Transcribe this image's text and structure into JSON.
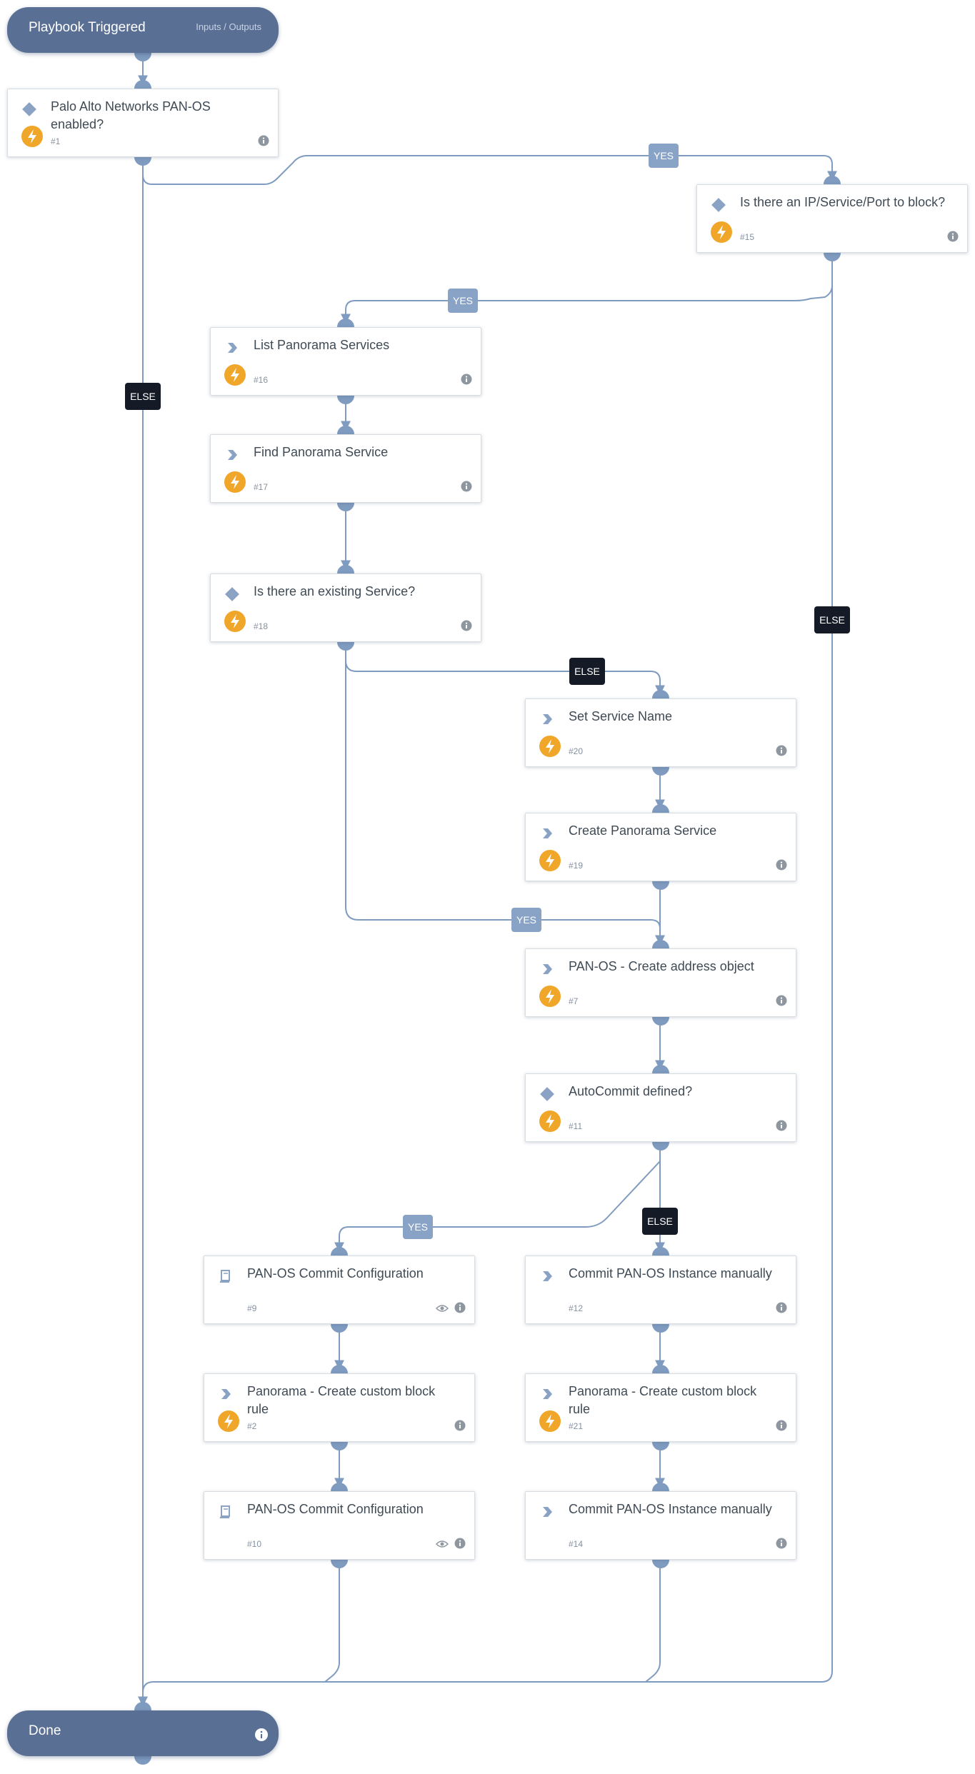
{
  "start": {
    "title": "Playbook Triggered",
    "link": "Inputs / Outputs"
  },
  "end": {
    "title": "Done"
  },
  "tasks": [
    {
      "id": "t1",
      "type": "condition",
      "title": "Palo Alto Networks PAN-OS enabled?",
      "num": "#1"
    },
    {
      "id": "t15",
      "type": "condition",
      "title": "Is there an IP/Service/Port to block?",
      "num": "#15"
    },
    {
      "id": "t16",
      "type": "command",
      "title": "List Panorama Services",
      "num": "#16"
    },
    {
      "id": "t17",
      "type": "command",
      "title": "Find Panorama Service",
      "num": "#17"
    },
    {
      "id": "t18",
      "type": "condition",
      "title": "Is there an existing Service?",
      "num": "#18"
    },
    {
      "id": "t20",
      "type": "command",
      "title": "Set Service Name",
      "num": "#20"
    },
    {
      "id": "t19",
      "type": "command",
      "title": "Create Panorama Service",
      "num": "#19"
    },
    {
      "id": "t7",
      "type": "command",
      "title": "PAN-OS - Create address object",
      "num": "#7"
    },
    {
      "id": "t11",
      "type": "condition",
      "title": "AutoCommit defined?",
      "num": "#11"
    },
    {
      "id": "t9",
      "type": "playbook",
      "title": "PAN-OS Commit Configuration",
      "num": "#9"
    },
    {
      "id": "t12",
      "type": "manual",
      "title": "Commit PAN-OS Instance manually",
      "num": "#12"
    },
    {
      "id": "t2",
      "type": "command",
      "title": "Panorama - Create custom block rule",
      "num": "#2"
    },
    {
      "id": "t21",
      "type": "command",
      "title": "Panorama - Create custom block rule",
      "num": "#21"
    },
    {
      "id": "t10",
      "type": "playbook",
      "title": "PAN-OS Commit Configuration",
      "num": "#10"
    },
    {
      "id": "t14",
      "type": "manual",
      "title": "Commit PAN-OS Instance manually",
      "num": "#14"
    }
  ],
  "edge_labels": [
    {
      "id": "l1",
      "kind": "yes",
      "text": "YES"
    },
    {
      "id": "l2",
      "kind": "else",
      "text": "ELSE"
    },
    {
      "id": "l3",
      "kind": "yes",
      "text": "YES"
    },
    {
      "id": "l4",
      "kind": "else",
      "text": "ELSE"
    },
    {
      "id": "l5",
      "kind": "else",
      "text": "ELSE"
    },
    {
      "id": "l6",
      "kind": "yes",
      "text": "YES"
    },
    {
      "id": "l7",
      "kind": "yes",
      "text": "YES"
    },
    {
      "id": "l8",
      "kind": "else",
      "text": "ELSE"
    }
  ],
  "colors": {
    "edge": "#7f9bbf",
    "pill": "#5a6f94",
    "yes_label": "#89a3c6",
    "else_label": "#141b26",
    "bolt": "#f0a629"
  }
}
